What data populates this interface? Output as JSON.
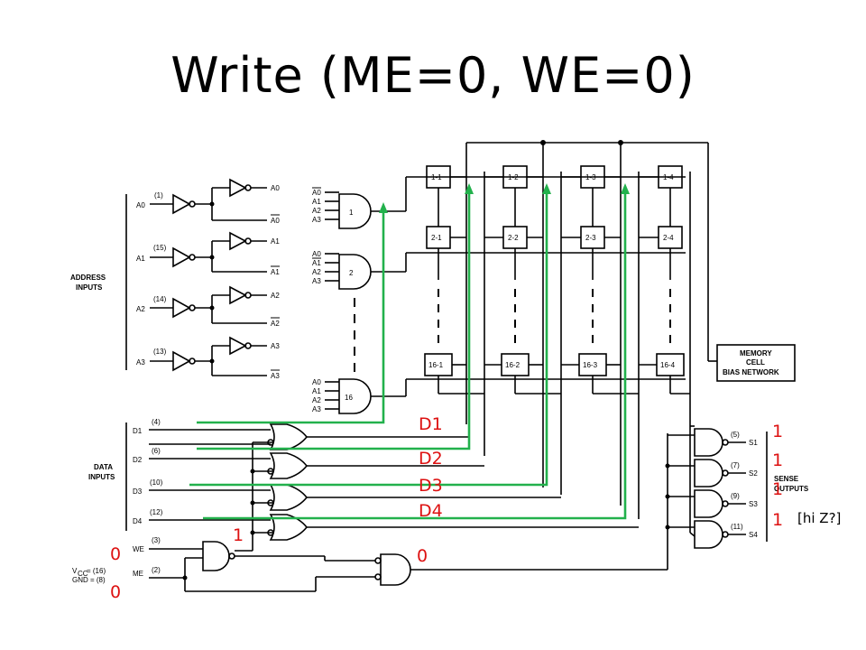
{
  "title": "Write (ME=0, WE=0)",
  "address": {
    "label_line1": "ADDRESS",
    "label_line2": "INPUTS",
    "rows": [
      {
        "name": "A0",
        "pin": "(1)",
        "out": "A0",
        "out_bar": "A0"
      },
      {
        "name": "A1",
        "pin": "(15)",
        "out": "A1",
        "out_bar": "A1"
      },
      {
        "name": "A2",
        "pin": "(14)",
        "out": "A2",
        "out_bar": "A2"
      },
      {
        "name": "A3",
        "pin": "(13)",
        "out": "A3",
        "out_bar": "A3"
      }
    ]
  },
  "decoders": {
    "d1": {
      "label": "1",
      "inputs": [
        "A0",
        "A1",
        "A2",
        "A3"
      ]
    },
    "d2": {
      "label": "2",
      "inputs": [
        "A0",
        "A1",
        "A2",
        "A3"
      ]
    },
    "d16": {
      "label": "16",
      "inputs": [
        "A0",
        "A1",
        "A2",
        "A3"
      ]
    }
  },
  "cells": {
    "row1": [
      "1-1",
      "1-2",
      "1-3",
      "1-4"
    ],
    "row2": [
      "2-1",
      "2-2",
      "2-3",
      "2-4"
    ],
    "row16": [
      "16-1",
      "16-2",
      "16-3",
      "16-4"
    ]
  },
  "bias": {
    "line1": "MEMORY",
    "line2": "CELL",
    "line3": "BIAS NETWORK"
  },
  "data_inputs": {
    "label_line1": "DATA",
    "label_line2": "INPUTS",
    "rows": [
      {
        "name": "D1",
        "pin": "(4)"
      },
      {
        "name": "D2",
        "pin": "(6)"
      },
      {
        "name": "D3",
        "pin": "(10)"
      },
      {
        "name": "D4",
        "pin": "(12)"
      }
    ]
  },
  "control": {
    "we": {
      "name": "WE",
      "pin": "(3)"
    },
    "me": {
      "name": "ME",
      "pin": "(2)"
    },
    "vcc": "V",
    "vcc_sub": "CC",
    "vcc_rest": " = (16)",
    "gnd": "GND = (8)"
  },
  "sense": {
    "label_line1": "SENSE",
    "label_line2": "OUTPUTS",
    "rows": [
      {
        "name": "S1",
        "pin": "(5)"
      },
      {
        "name": "S2",
        "pin": "(7)"
      },
      {
        "name": "S3",
        "pin": "(9)"
      },
      {
        "name": "S4",
        "pin": "(11)"
      }
    ]
  },
  "annotations": {
    "d1": "D1",
    "d2": "D2",
    "d3": "D3",
    "d4": "D4",
    "we_val": "0",
    "me_val": "0",
    "gate_out": "1",
    "write_en": "0",
    "s1": "1",
    "s2": "1",
    "s3": "1",
    "s4": "1",
    "hi_z": "[hi Z?]"
  },
  "colors": {
    "highlight": "#22b14c",
    "annotation": "#dd1111"
  }
}
